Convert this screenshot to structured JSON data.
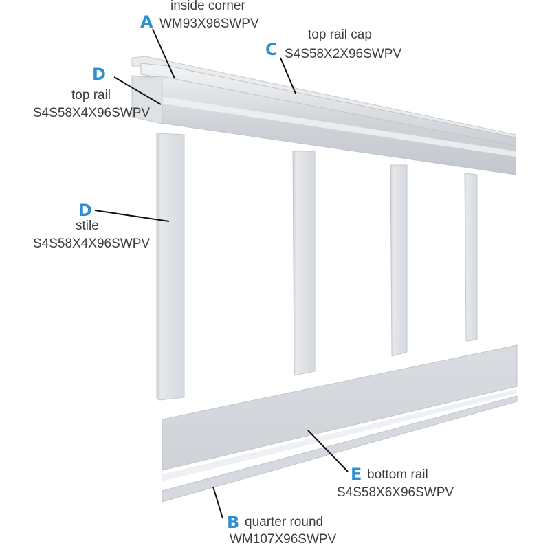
{
  "colors": {
    "accent": "#2f8fd1",
    "text": "#3d3d3d",
    "panel": "#d3d7dc",
    "panel_light": "#e4e7ea",
    "panel_dark": "#b9bec4",
    "edge": "#f4f5f6"
  },
  "callouts": {
    "A": {
      "letter": "A",
      "name": "inside corner",
      "sku": "WM93X96SWPV"
    },
    "C": {
      "letter": "C",
      "name": "top rail cap",
      "sku": "S4S58X2X96SWPV"
    },
    "D_top": {
      "letter": "D",
      "name": "top rail",
      "sku": "S4S58X4X96SWPV"
    },
    "D_stile": {
      "letter": "D",
      "name": "stile",
      "sku": "S4S58X4X96SWPV"
    },
    "E": {
      "letter": "E",
      "name": "bottom rail",
      "sku": "S4S58X6X96SWPV"
    },
    "B": {
      "letter": "B",
      "name": "quarter round",
      "sku": "WM107X96SWPV"
    }
  }
}
